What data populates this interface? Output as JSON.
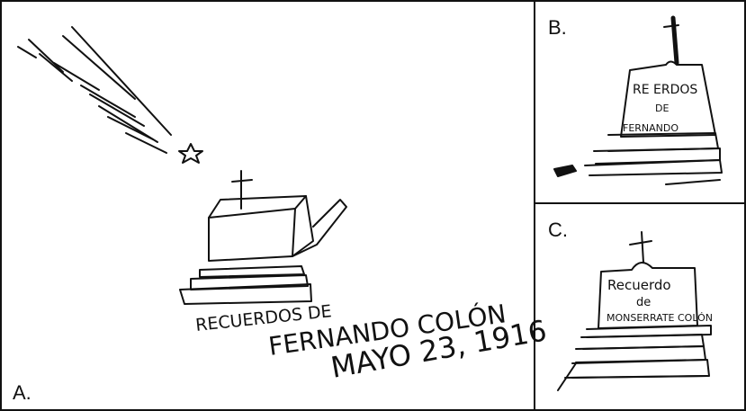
{
  "panels": {
    "a": {
      "label": "A.",
      "inscription": [
        "RECUERDOS DE",
        "FERNANDO COLÓN",
        "MAYO 23, 1916"
      ]
    },
    "b": {
      "label": "B.",
      "inscription": [
        "RE   ERDOS",
        "DE",
        "FERNANDO"
      ]
    },
    "c": {
      "label": "C.",
      "inscription": [
        "Recuerdo",
        "de",
        "MONSERRATE COLÓN"
      ]
    }
  },
  "colors": {
    "ink": "#111111",
    "paper": "#ffffff"
  }
}
